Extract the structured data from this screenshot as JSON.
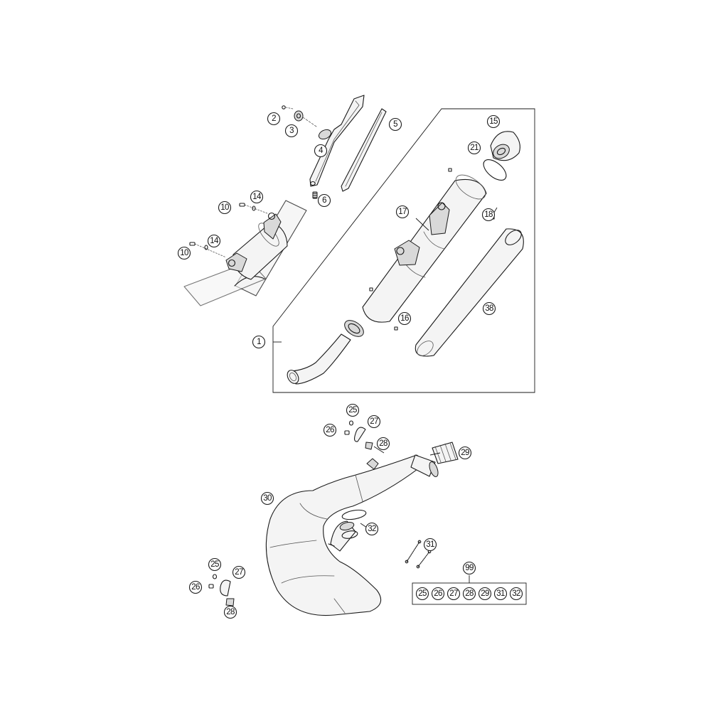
{
  "callouts": {
    "c1": "1",
    "c2": "2",
    "c3": "3",
    "c4": "4",
    "c5": "5",
    "c6": "6",
    "c10a": "10",
    "c10b": "10",
    "c14a": "14",
    "c14b": "14",
    "c15": "15",
    "c16": "16",
    "c17": "17",
    "c18": "18",
    "c21": "21",
    "c38": "38",
    "c25a": "25",
    "c26a": "26",
    "c27a": "27",
    "c28a": "28",
    "c29": "29",
    "c30": "30",
    "c31": "31",
    "c32": "32",
    "c25b": "25",
    "c26b": "26",
    "c27b": "27",
    "c28b": "28",
    "c99": "99"
  },
  "kit": {
    "label": "99",
    "items": [
      "25",
      "26",
      "27",
      "28",
      "29",
      "31",
      "32"
    ]
  }
}
